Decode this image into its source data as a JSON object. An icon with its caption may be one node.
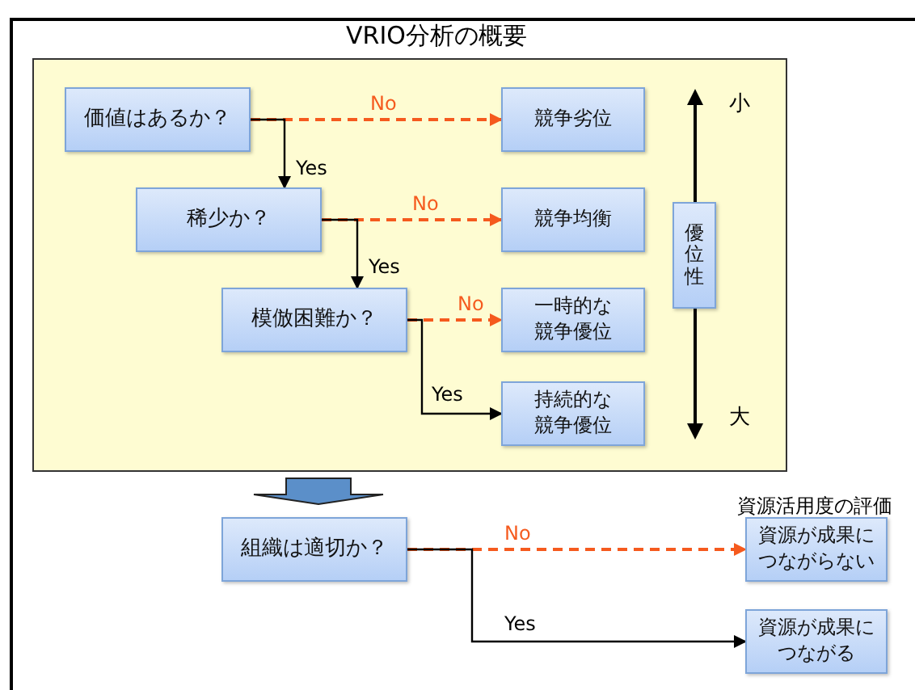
{
  "diagram": {
    "title": "VRIO分析の概要",
    "nodes": [
      {
        "text": [],
        "shape": "box"
      },
      {
        "text": [
          "価値はあるか？"
        ],
        "in": 0
      },
      {
        "text": [
          "競争劣位"
        ],
        "in": 0
      },
      {
        "text": [
          "稀少か？"
        ],
        "in": 0
      },
      {
        "text": [
          "競争均衡"
        ],
        "in": 0
      },
      {
        "text": [
          "優位性"
        ],
        "in": 0
      },
      {
        "text": [
          "模倣困難か？"
        ],
        "in": 0
      },
      {
        "text": [
          "一時的な競争優位"
        ],
        "in": 0
      },
      {
        "text": [
          "持続的な競争優位"
        ],
        "in": 0
      },
      {
        "text": [
          "組織は適切か？"
        ]
      },
      {
        "text": [
          "資源が成果につながらない"
        ],
        "beside": [
          "資源活用度の評価"
        ]
      },
      {
        "text": [
          "資源が成果につながる"
        ]
      }
    ],
    "edges": [
      {
        "from": 1,
        "to": 2,
        "arrow": "to",
        "label": "No",
        "style": "dashed",
        "color": "#f55a1e"
      },
      {
        "from": 1,
        "to": 3,
        "arrow": "to",
        "label": "Yes",
        "color": "#000000"
      },
      {
        "from": 3,
        "to": 4,
        "arrow": "to",
        "label": "No",
        "style": "dashed",
        "color": "#f55a1e"
      },
      {
        "from": 3,
        "to": 6,
        "arrow": "to",
        "label": "Yes",
        "color": "#000000"
      },
      {
        "from": 6,
        "to": 7,
        "arrow": "to",
        "label": "No",
        "style": "dashed",
        "color": "#f55a1e"
      },
      {
        "from": 6,
        "to": 8,
        "arrow": "to",
        "label": "Yes",
        "color": "#000000"
      },
      {
        "from": 0,
        "to": 9,
        "arrow": "to",
        "style": "thick",
        "color": "#5b8fc9"
      },
      {
        "from": 9,
        "to": 10,
        "arrow": "to",
        "label": "No",
        "style": "dashed",
        "color": "#f55a1e"
      },
      {
        "from": 9,
        "to": 11,
        "arrow": "to",
        "label": "Yes",
        "color": "#000000"
      },
      {
        "from": 5,
        "to": null,
        "arrow": "to",
        "color": "#000000"
      },
      {
        "from": 5,
        "to": null,
        "arrow": "to",
        "color": "#000000"
      }
    ],
    "labels": [
      "小",
      "大"
    ]
  }
}
